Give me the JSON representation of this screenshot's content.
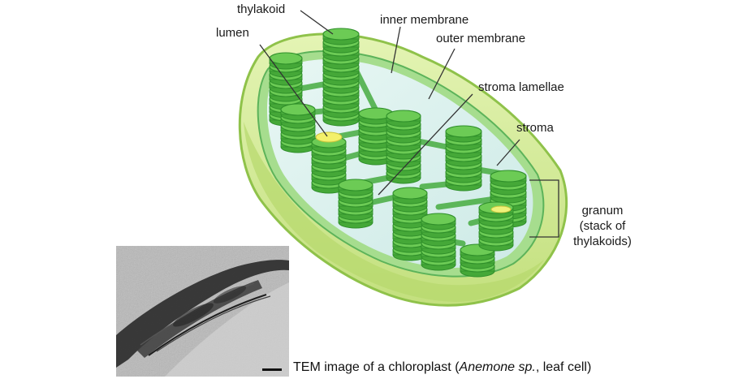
{
  "labels": {
    "thylakoid": "thylakoid",
    "lumen": "lumen",
    "inner_membrane": "inner membrane",
    "outer_membrane": "outer membrane",
    "stroma_lamellae": "stroma lamellae",
    "stroma": "stroma",
    "granum_line1": "granum",
    "granum_line2": "(stack of",
    "granum_line3": "thylakoids)"
  },
  "caption": {
    "prefix": "TEM image of a chloroplast (",
    "species": "Anemone sp.",
    "suffix": ", leaf cell)"
  },
  "colors": {
    "outer_membrane": "#c8e68a",
    "outer_membrane_edge": "#8fc24a",
    "stroma_fill": "#d8f0ee",
    "inner_membrane": "#7fd07a",
    "thylakoid_fill": "#6ccb55",
    "thylakoid_edge": "#2f8f2a",
    "lumen_highlight": "#f3f06a"
  }
}
